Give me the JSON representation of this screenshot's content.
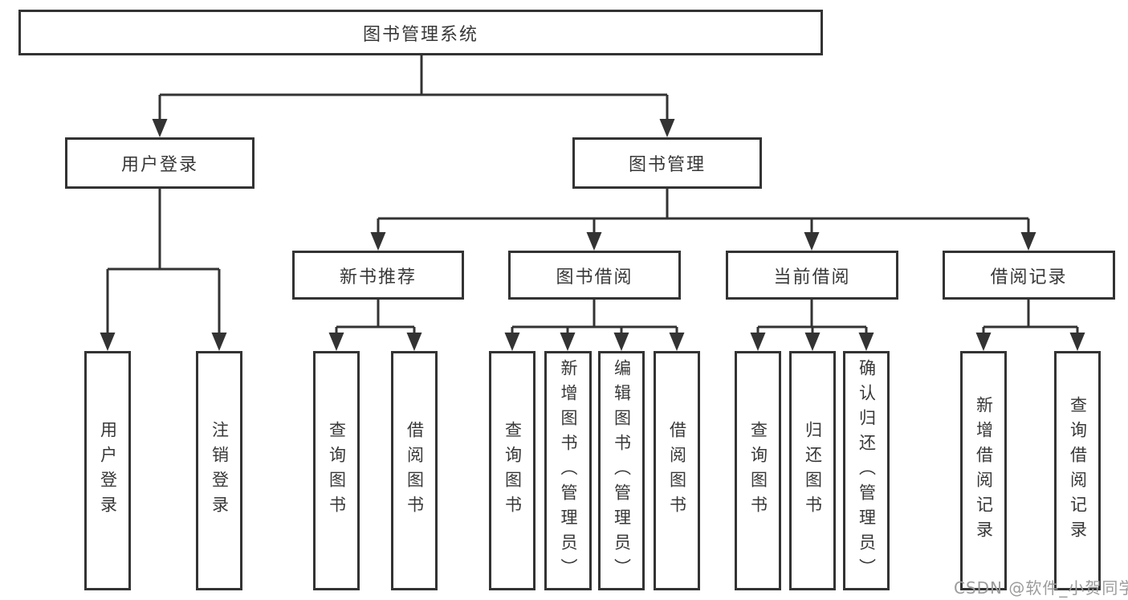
{
  "title": "图书管理系统",
  "level1": [
    "用户登录",
    "图书管理"
  ],
  "level2": [
    "新书推荐",
    "图书借阅",
    "当前借阅",
    "借阅记录"
  ],
  "leaves": {
    "user_login": [
      "用户登录",
      "注销登录"
    ],
    "new_book": [
      "查询图书",
      "借阅图书"
    ],
    "book_borrow": [
      "查询图书",
      "新增图书（管理员）",
      "编辑图书（管理员）",
      "借阅图书"
    ],
    "current_borrow": [
      "查询图书",
      "归还图书",
      "确认归还（管理员）"
    ],
    "borrow_records": [
      "新增借阅记录",
      "查询借阅记录"
    ]
  },
  "watermark": "CSDN @软件_小贺同学",
  "colors": {
    "line": "#333333",
    "text": "#383838",
    "watermark": "#9c9c9c",
    "background": "#ffffff"
  }
}
